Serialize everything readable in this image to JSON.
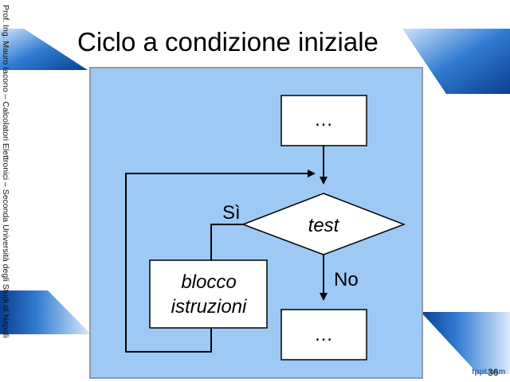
{
  "slide": {
    "title": "Ciclo a condizione iniziale",
    "credit": "Prof. Ing. Mauro Iacono – Calcolatori Elettronici – Seconda Università degli Studi di Napoli",
    "slide_number": "36",
    "brand": "fppt.com"
  },
  "diagram": {
    "top_box_label": "…",
    "condition_label": "test",
    "true_branch_label": "Sì",
    "false_branch_label": "No",
    "body_box_label_line1": "blocco",
    "body_box_label_line2": "istruzioni",
    "bottom_box_label": "…"
  },
  "colors": {
    "panel_fill": "#9ec9f5",
    "accent_blue": "#1f5fb0",
    "line": "#000000",
    "box_fill": "#ffffff"
  }
}
